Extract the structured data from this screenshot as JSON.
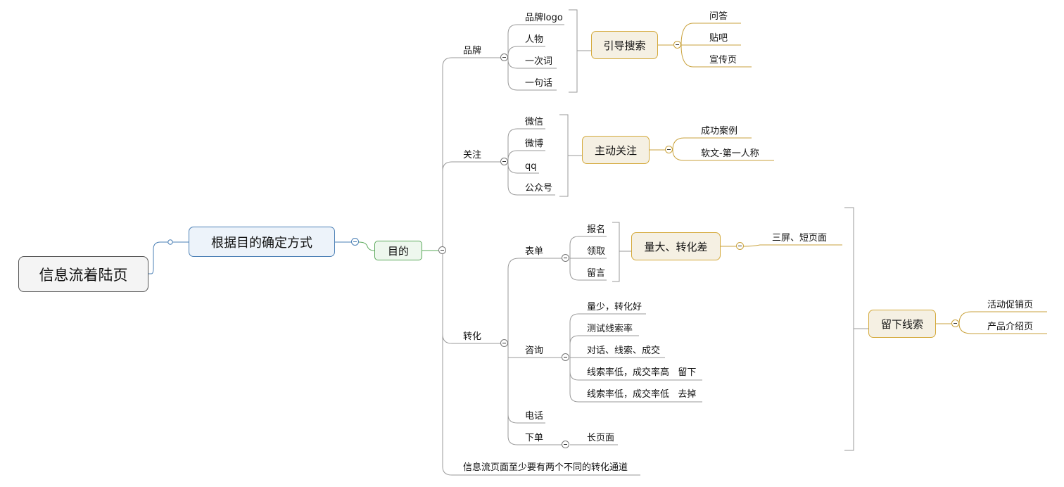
{
  "root": "信息流着陆页",
  "method": "根据目的确定方式",
  "purpose": "目的",
  "brand": {
    "label": "品牌",
    "items": [
      "品牌logo",
      "人物",
      "一次词",
      "一句话"
    ],
    "summary": "引导搜索",
    "outcomes": [
      "问答",
      "贴吧",
      "宣传页"
    ]
  },
  "follow": {
    "label": "关注",
    "items": [
      "微信",
      "微博",
      "qq",
      "公众号"
    ],
    "summary": "主动关注",
    "outcomes": [
      "成功案例",
      "软文-第一人称"
    ]
  },
  "convert": {
    "label": "转化",
    "form": {
      "label": "表单",
      "items": [
        "报名",
        "领取",
        "留言"
      ],
      "summary": "量大、转化差",
      "outcome": "三屏、短页面"
    },
    "consult": {
      "label": "咨询",
      "items": [
        "量少，转化好",
        "测试线索率",
        "对话、线索、成交",
        "线索率低，成交率高   留下",
        "线索率低，成交率低   去掉"
      ]
    },
    "phone": {
      "label": "电话"
    },
    "order": {
      "label": "下单",
      "child": "长页面"
    },
    "leads": {
      "summary": "留下线索",
      "outcomes": [
        "活动促销页",
        "产品介绍页"
      ]
    }
  },
  "note": "信息流页面至少要有两个不同的转化通道"
}
